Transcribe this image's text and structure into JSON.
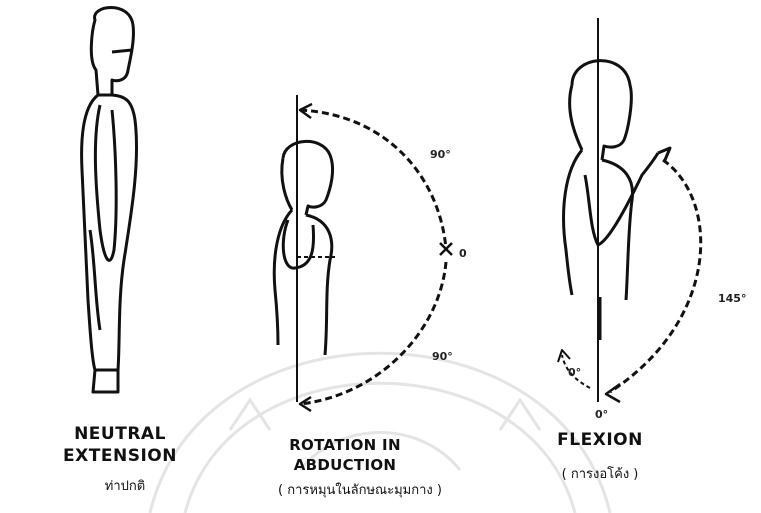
{
  "figures": [
    {
      "id": "neutral-extension",
      "title_line1": "NEUTRAL",
      "title_line2": "EXTENSION",
      "thai_caption": "ท่าปกติ"
    },
    {
      "id": "rotation-in-abduction",
      "title_line1": "ROTATION IN",
      "title_line2": "ABDUCTION",
      "thai_caption": "( การหมุนในลักษณะมุมกาง )",
      "angles": {
        "top": "90°",
        "middle": "0",
        "bottom": "90°"
      }
    },
    {
      "id": "flexion",
      "title_line1": "FLEXION",
      "thai_caption": "( การงอโค้ง )",
      "angles": {
        "arc": "145°",
        "back": "0°",
        "base": "0°"
      }
    }
  ],
  "colors": {
    "ink": "#111111",
    "watermark": "#c8c8c8"
  }
}
